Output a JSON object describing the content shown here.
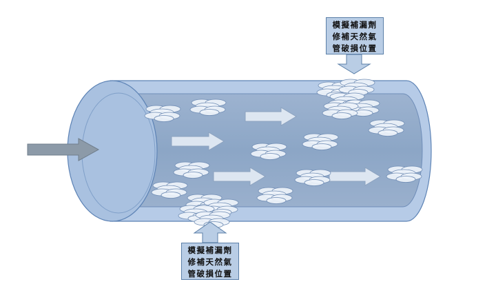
{
  "callout_top": {
    "lines": [
      "模擬補漏劑",
      "修補天然氣",
      "管破損位置"
    ]
  },
  "callout_bottom": {
    "lines": [
      "模擬補漏劑",
      "修補天然氣",
      "管破損位置"
    ]
  },
  "colors": {
    "pipe_outer": "#b6cbe7",
    "pipe_inner": "#8ea7c6",
    "pipe_edge": "#5d83b5",
    "flow_arrow_fill": "#dde6f1",
    "flow_arrow_edge": "#8ca2bf",
    "inlet_arrow": "#8c9aa8",
    "callout_fill": "#b9cde5",
    "particle_fill": "#eef3fa",
    "particle_edge": "#6f8cb4"
  },
  "icons": [
    "inlet-arrow-icon",
    "flow-arrow-icon",
    "down-arrow-icon",
    "up-arrow-icon",
    "sealant-particle-icon"
  ]
}
